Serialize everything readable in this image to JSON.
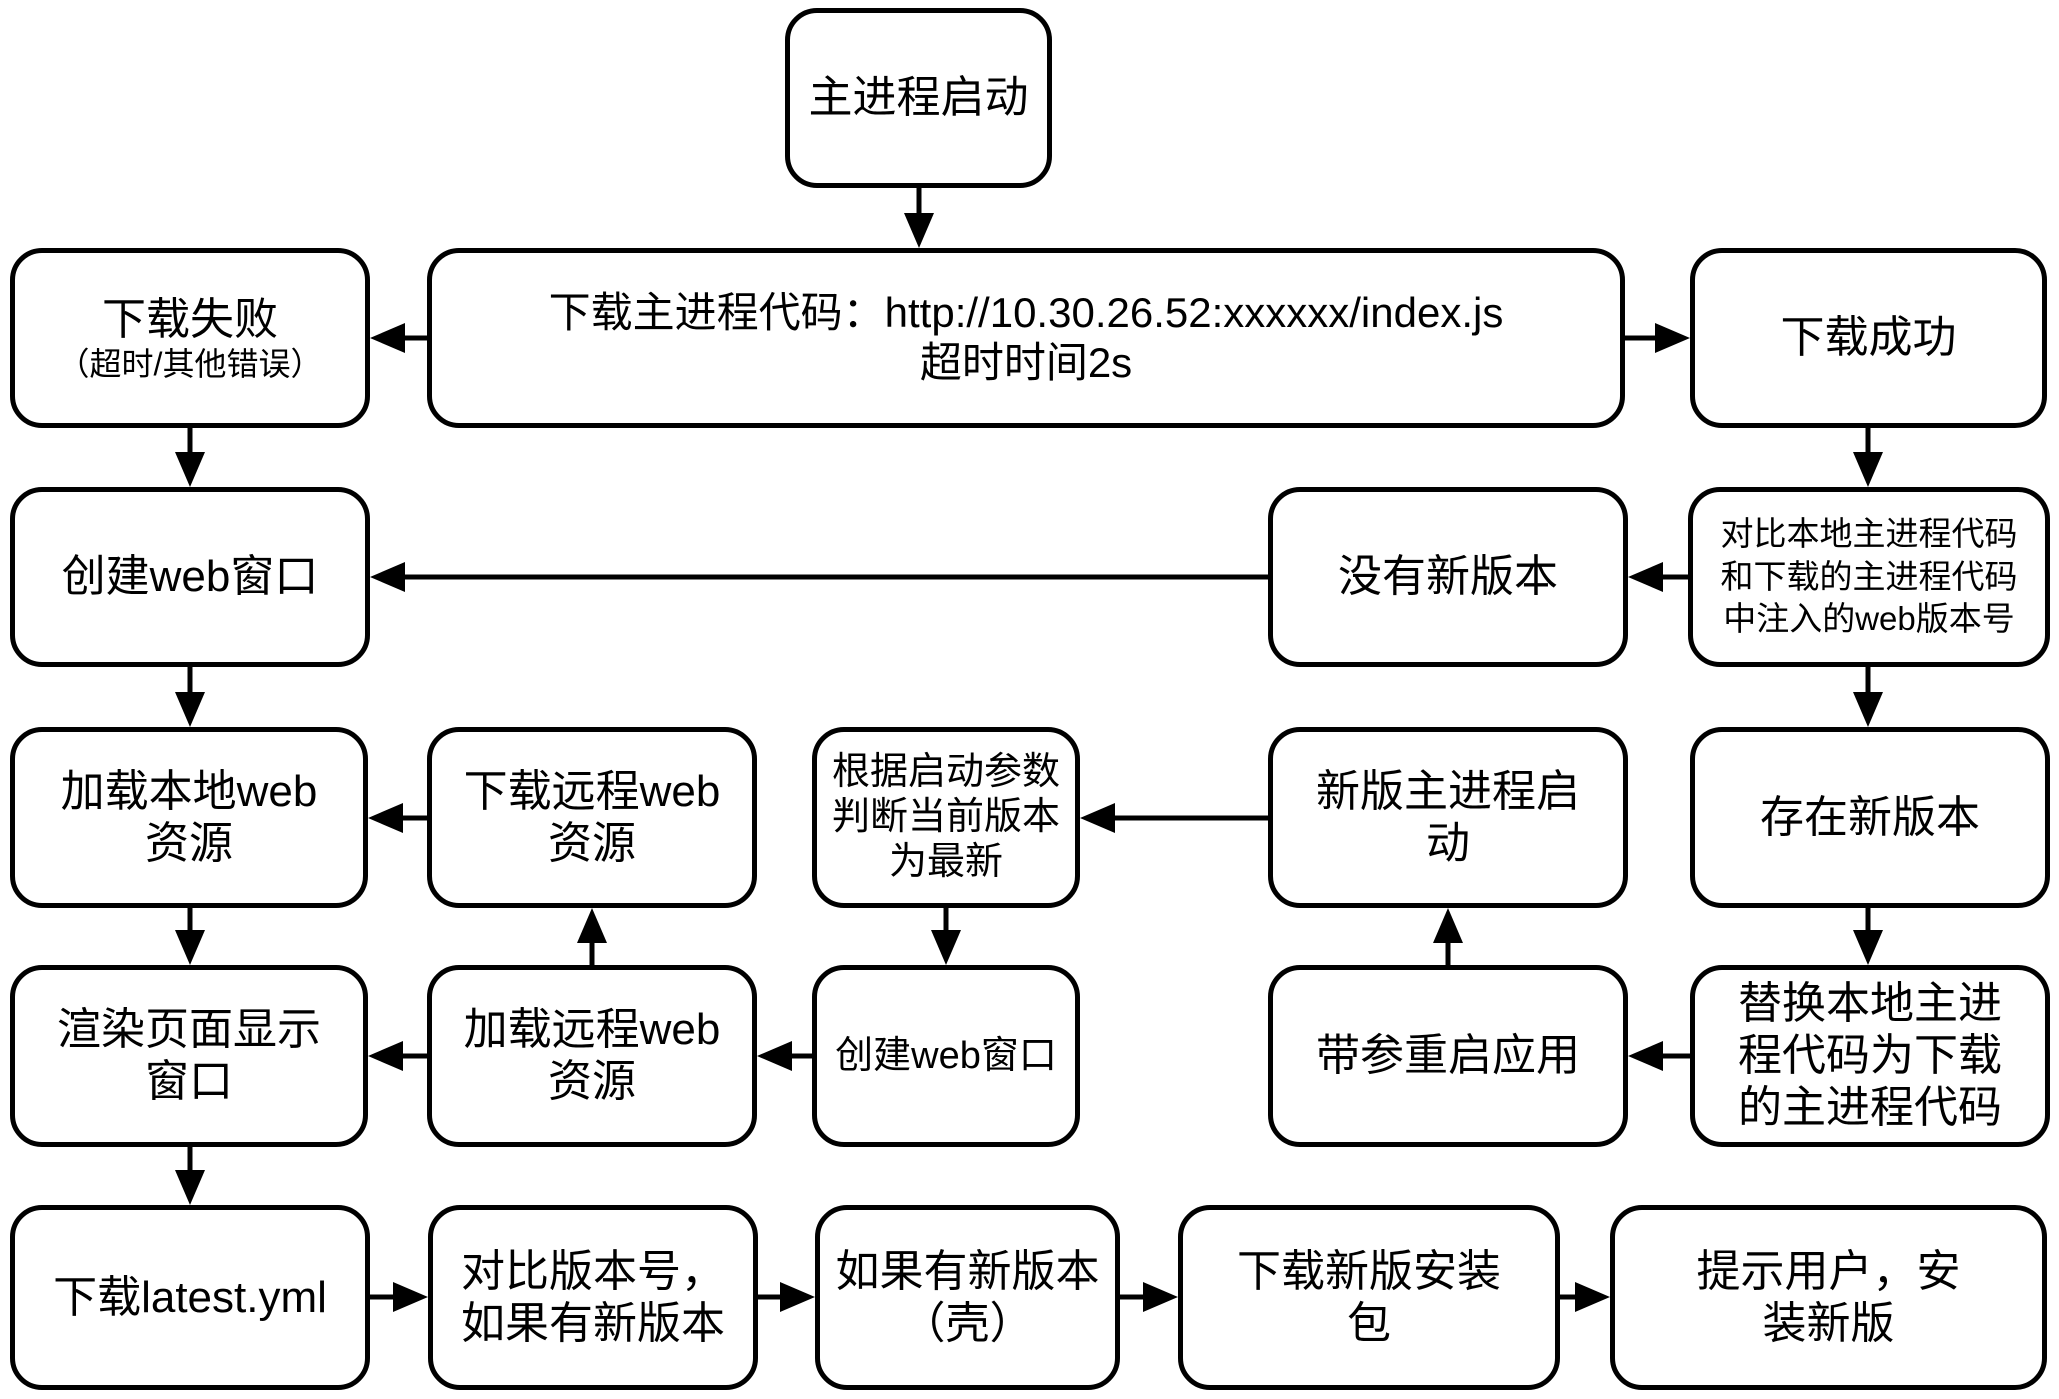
{
  "diagram": {
    "nodes": {
      "start": {
        "text": "主进程启动"
      },
      "fail": {
        "title": "下载失败",
        "subtitle": "（超时/其他错误）"
      },
      "download_main": {
        "text": "下载主进程代码：http://10.30.26.52:xxxxxx/index.js\n超时时间2s"
      },
      "success": {
        "text": "下载成功"
      },
      "create_window_a": {
        "text": "创建web窗口"
      },
      "no_new_version": {
        "text": "没有新版本"
      },
      "compare_web_version": {
        "text": "对比本地主进程代码\n和下载的主进程代码\n中注入的web版本号"
      },
      "load_local_web": {
        "text": "加载本地web\n资源"
      },
      "download_remote_web": {
        "text": "下载远程web\n资源"
      },
      "judge_latest": {
        "text": "根据启动参数\n判断当前版本\n为最新"
      },
      "new_main_start": {
        "text": "新版主进程启\n动"
      },
      "version_exists": {
        "text": "存在新版本"
      },
      "render_window": {
        "text": "渲染页面显示\n窗口"
      },
      "load_remote_web": {
        "text": "加载远程web\n资源"
      },
      "create_window_b": {
        "text": "创建web窗口"
      },
      "restart_params": {
        "text": "带参重启应用"
      },
      "replace_code": {
        "text": "替换本地主进\n程代码为下载\n的主进程代码"
      },
      "download_yml": {
        "text": "下载latest.yml"
      },
      "compare_version": {
        "text": "对比版本号，\n如果有新版本"
      },
      "if_new_shell": {
        "text": "如果有新版本\n（壳）"
      },
      "download_installer": {
        "text": "下载新版安装\n包"
      },
      "prompt_install": {
        "text": "提示用户，安\n装新版"
      }
    },
    "edges": [
      {
        "from": "start",
        "to": "download_main",
        "direction": "down"
      },
      {
        "from": "download_main",
        "to": "fail",
        "direction": "left"
      },
      {
        "from": "download_main",
        "to": "success",
        "direction": "right"
      },
      {
        "from": "fail",
        "to": "create_window_a",
        "direction": "down"
      },
      {
        "from": "create_window_a",
        "to": "load_local_web",
        "direction": "down"
      },
      {
        "from": "load_local_web",
        "to": "render_window",
        "direction": "down"
      },
      {
        "from": "render_window",
        "to": "download_yml",
        "direction": "down"
      },
      {
        "from": "download_yml",
        "to": "compare_version",
        "direction": "right"
      },
      {
        "from": "compare_version",
        "to": "if_new_shell",
        "direction": "right"
      },
      {
        "from": "if_new_shell",
        "to": "download_installer",
        "direction": "right"
      },
      {
        "from": "download_installer",
        "to": "prompt_install",
        "direction": "right"
      },
      {
        "from": "success",
        "to": "compare_web_version",
        "direction": "down"
      },
      {
        "from": "compare_web_version",
        "to": "no_new_version",
        "direction": "left"
      },
      {
        "from": "no_new_version",
        "to": "create_window_a",
        "direction": "left"
      },
      {
        "from": "compare_web_version",
        "to": "version_exists",
        "direction": "down"
      },
      {
        "from": "version_exists",
        "to": "replace_code",
        "direction": "down"
      },
      {
        "from": "replace_code",
        "to": "restart_params",
        "direction": "left"
      },
      {
        "from": "restart_params",
        "to": "new_main_start",
        "direction": "up"
      },
      {
        "from": "new_main_start",
        "to": "judge_latest",
        "direction": "left"
      },
      {
        "from": "judge_latest",
        "to": "create_window_b",
        "direction": "down"
      },
      {
        "from": "create_window_b",
        "to": "load_remote_web",
        "direction": "left"
      },
      {
        "from": "load_remote_web",
        "to": "render_window",
        "direction": "left"
      },
      {
        "from": "load_remote_web",
        "to": "download_remote_web",
        "direction": "up"
      },
      {
        "from": "download_remote_web",
        "to": "load_local_web",
        "direction": "left"
      }
    ]
  }
}
